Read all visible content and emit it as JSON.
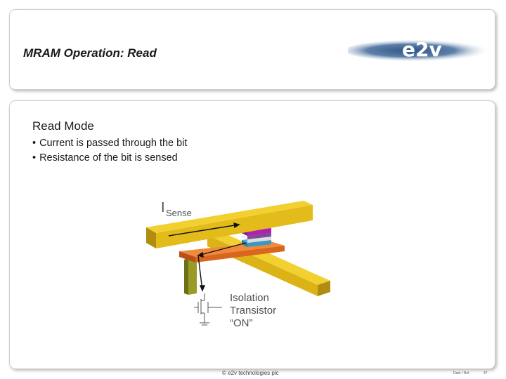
{
  "header": {
    "title": "MRAM Operation: Read",
    "logo_text": "e2v"
  },
  "content": {
    "heading": "Read Mode",
    "bullets": [
      "Current is passed through the bit",
      "Resistance of the bit is sensed"
    ],
    "bullet_symbol": "•"
  },
  "diagram": {
    "current_label_main": "I",
    "current_label_sub": "Sense",
    "transistor_label": [
      "Isolation",
      "Transistor",
      "“ON”"
    ]
  },
  "footer": {
    "copyright": "© e2v technologies plc",
    "ref": "Date / Ref",
    "page": "47"
  },
  "colors": {
    "bit_line": "#e8c21a",
    "word_line": "#e8c21a",
    "bottom_electrode": "#d9651e",
    "via": "#8a8a1a",
    "stack": [
      "#c020c0",
      "#8a50a0",
      "#ffffff",
      "#4ab0d8"
    ],
    "logo_bg": "#3d5f8c"
  }
}
